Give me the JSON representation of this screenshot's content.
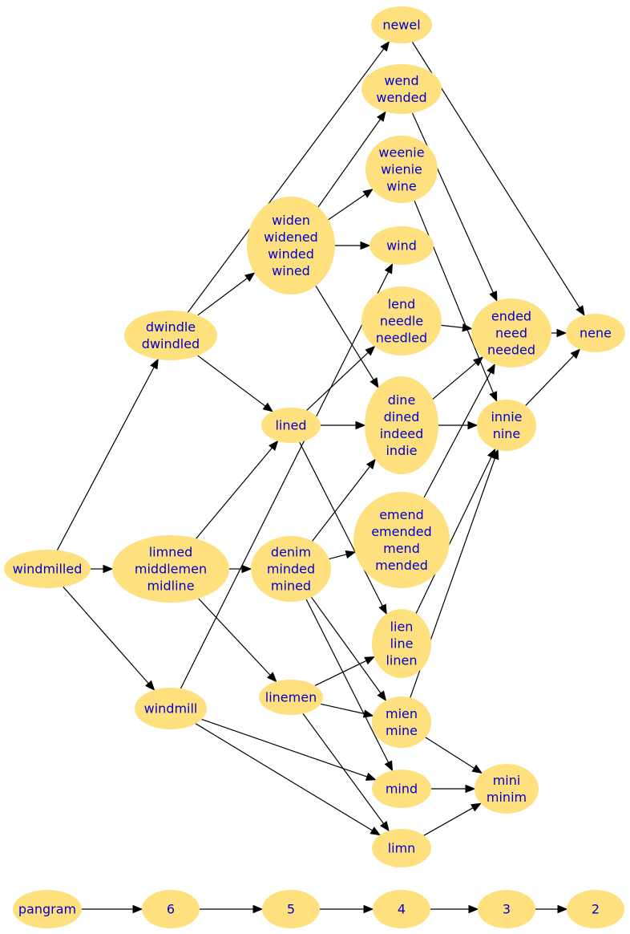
{
  "nodes": {
    "windmilled": {
      "lines": [
        "windmilled"
      ]
    },
    "limned": {
      "lines": [
        "limned",
        "middlemen",
        "midline"
      ]
    },
    "windmill": {
      "lines": [
        "windmill"
      ]
    },
    "dwindle": {
      "lines": [
        "dwindle",
        "dwindled"
      ]
    },
    "widen": {
      "lines": [
        "widen",
        "widened",
        "winded",
        "wined"
      ]
    },
    "lined": {
      "lines": [
        "lined"
      ]
    },
    "denim": {
      "lines": [
        "denim",
        "minded",
        "mined"
      ]
    },
    "linemen": {
      "lines": [
        "linemen"
      ]
    },
    "newel": {
      "lines": [
        "newel"
      ]
    },
    "wend": {
      "lines": [
        "wend",
        "wended"
      ]
    },
    "weenie": {
      "lines": [
        "weenie",
        "wienie",
        "wine"
      ]
    },
    "wind": {
      "lines": [
        "wind"
      ]
    },
    "lend": {
      "lines": [
        "lend",
        "needle",
        "needled"
      ]
    },
    "dine": {
      "lines": [
        "dine",
        "dined",
        "indeed",
        "indie"
      ]
    },
    "emend": {
      "lines": [
        "emend",
        "emended",
        "mend",
        "mended"
      ]
    },
    "lien": {
      "lines": [
        "lien",
        "line",
        "linen"
      ]
    },
    "mien": {
      "lines": [
        "mien",
        "mine"
      ]
    },
    "mind": {
      "lines": [
        "mind"
      ]
    },
    "limn": {
      "lines": [
        "limn"
      ]
    },
    "ended": {
      "lines": [
        "ended",
        "need",
        "needed"
      ]
    },
    "innie": {
      "lines": [
        "innie",
        "nine"
      ]
    },
    "mini": {
      "lines": [
        "mini",
        "minim"
      ]
    },
    "nene": {
      "lines": [
        "nene"
      ]
    },
    "pangram": {
      "lines": [
        "pangram"
      ]
    },
    "n6": {
      "lines": [
        "6"
      ]
    },
    "n5": {
      "lines": [
        "5"
      ]
    },
    "n4": {
      "lines": [
        "4"
      ]
    },
    "n3": {
      "lines": [
        "3"
      ]
    },
    "n2": {
      "lines": [
        "2"
      ]
    }
  },
  "edges": [
    [
      "windmilled",
      "limned"
    ],
    [
      "windmilled",
      "windmill"
    ],
    [
      "windmilled",
      "dwindle"
    ],
    [
      "limned",
      "denim"
    ],
    [
      "limned",
      "lined"
    ],
    [
      "limned",
      "linemen"
    ],
    [
      "windmill",
      "wind"
    ],
    [
      "windmill",
      "mind"
    ],
    [
      "windmill",
      "limn"
    ],
    [
      "dwindle",
      "newel"
    ],
    [
      "dwindle",
      "widen"
    ],
    [
      "dwindle",
      "lined"
    ],
    [
      "widen",
      "wend"
    ],
    [
      "widen",
      "weenie"
    ],
    [
      "widen",
      "wind"
    ],
    [
      "widen",
      "dine"
    ],
    [
      "lined",
      "lend"
    ],
    [
      "lined",
      "dine"
    ],
    [
      "lined",
      "lien"
    ],
    [
      "denim",
      "dine"
    ],
    [
      "denim",
      "emend"
    ],
    [
      "denim",
      "mien"
    ],
    [
      "denim",
      "mind"
    ],
    [
      "linemen",
      "lien"
    ],
    [
      "linemen",
      "mien"
    ],
    [
      "linemen",
      "limn"
    ],
    [
      "newel",
      "nene"
    ],
    [
      "wend",
      "ended"
    ],
    [
      "weenie",
      "innie"
    ],
    [
      "lend",
      "ended"
    ],
    [
      "dine",
      "ended"
    ],
    [
      "dine",
      "innie"
    ],
    [
      "emend",
      "ended"
    ],
    [
      "lien",
      "innie"
    ],
    [
      "mien",
      "innie"
    ],
    [
      "mien",
      "mini"
    ],
    [
      "mind",
      "mini"
    ],
    [
      "limn",
      "mini"
    ],
    [
      "ended",
      "nene"
    ],
    [
      "innie",
      "nene"
    ],
    [
      "pangram",
      "n6"
    ],
    [
      "n6",
      "n5"
    ],
    [
      "n5",
      "n4"
    ],
    [
      "n4",
      "n3"
    ],
    [
      "n3",
      "n2"
    ]
  ]
}
